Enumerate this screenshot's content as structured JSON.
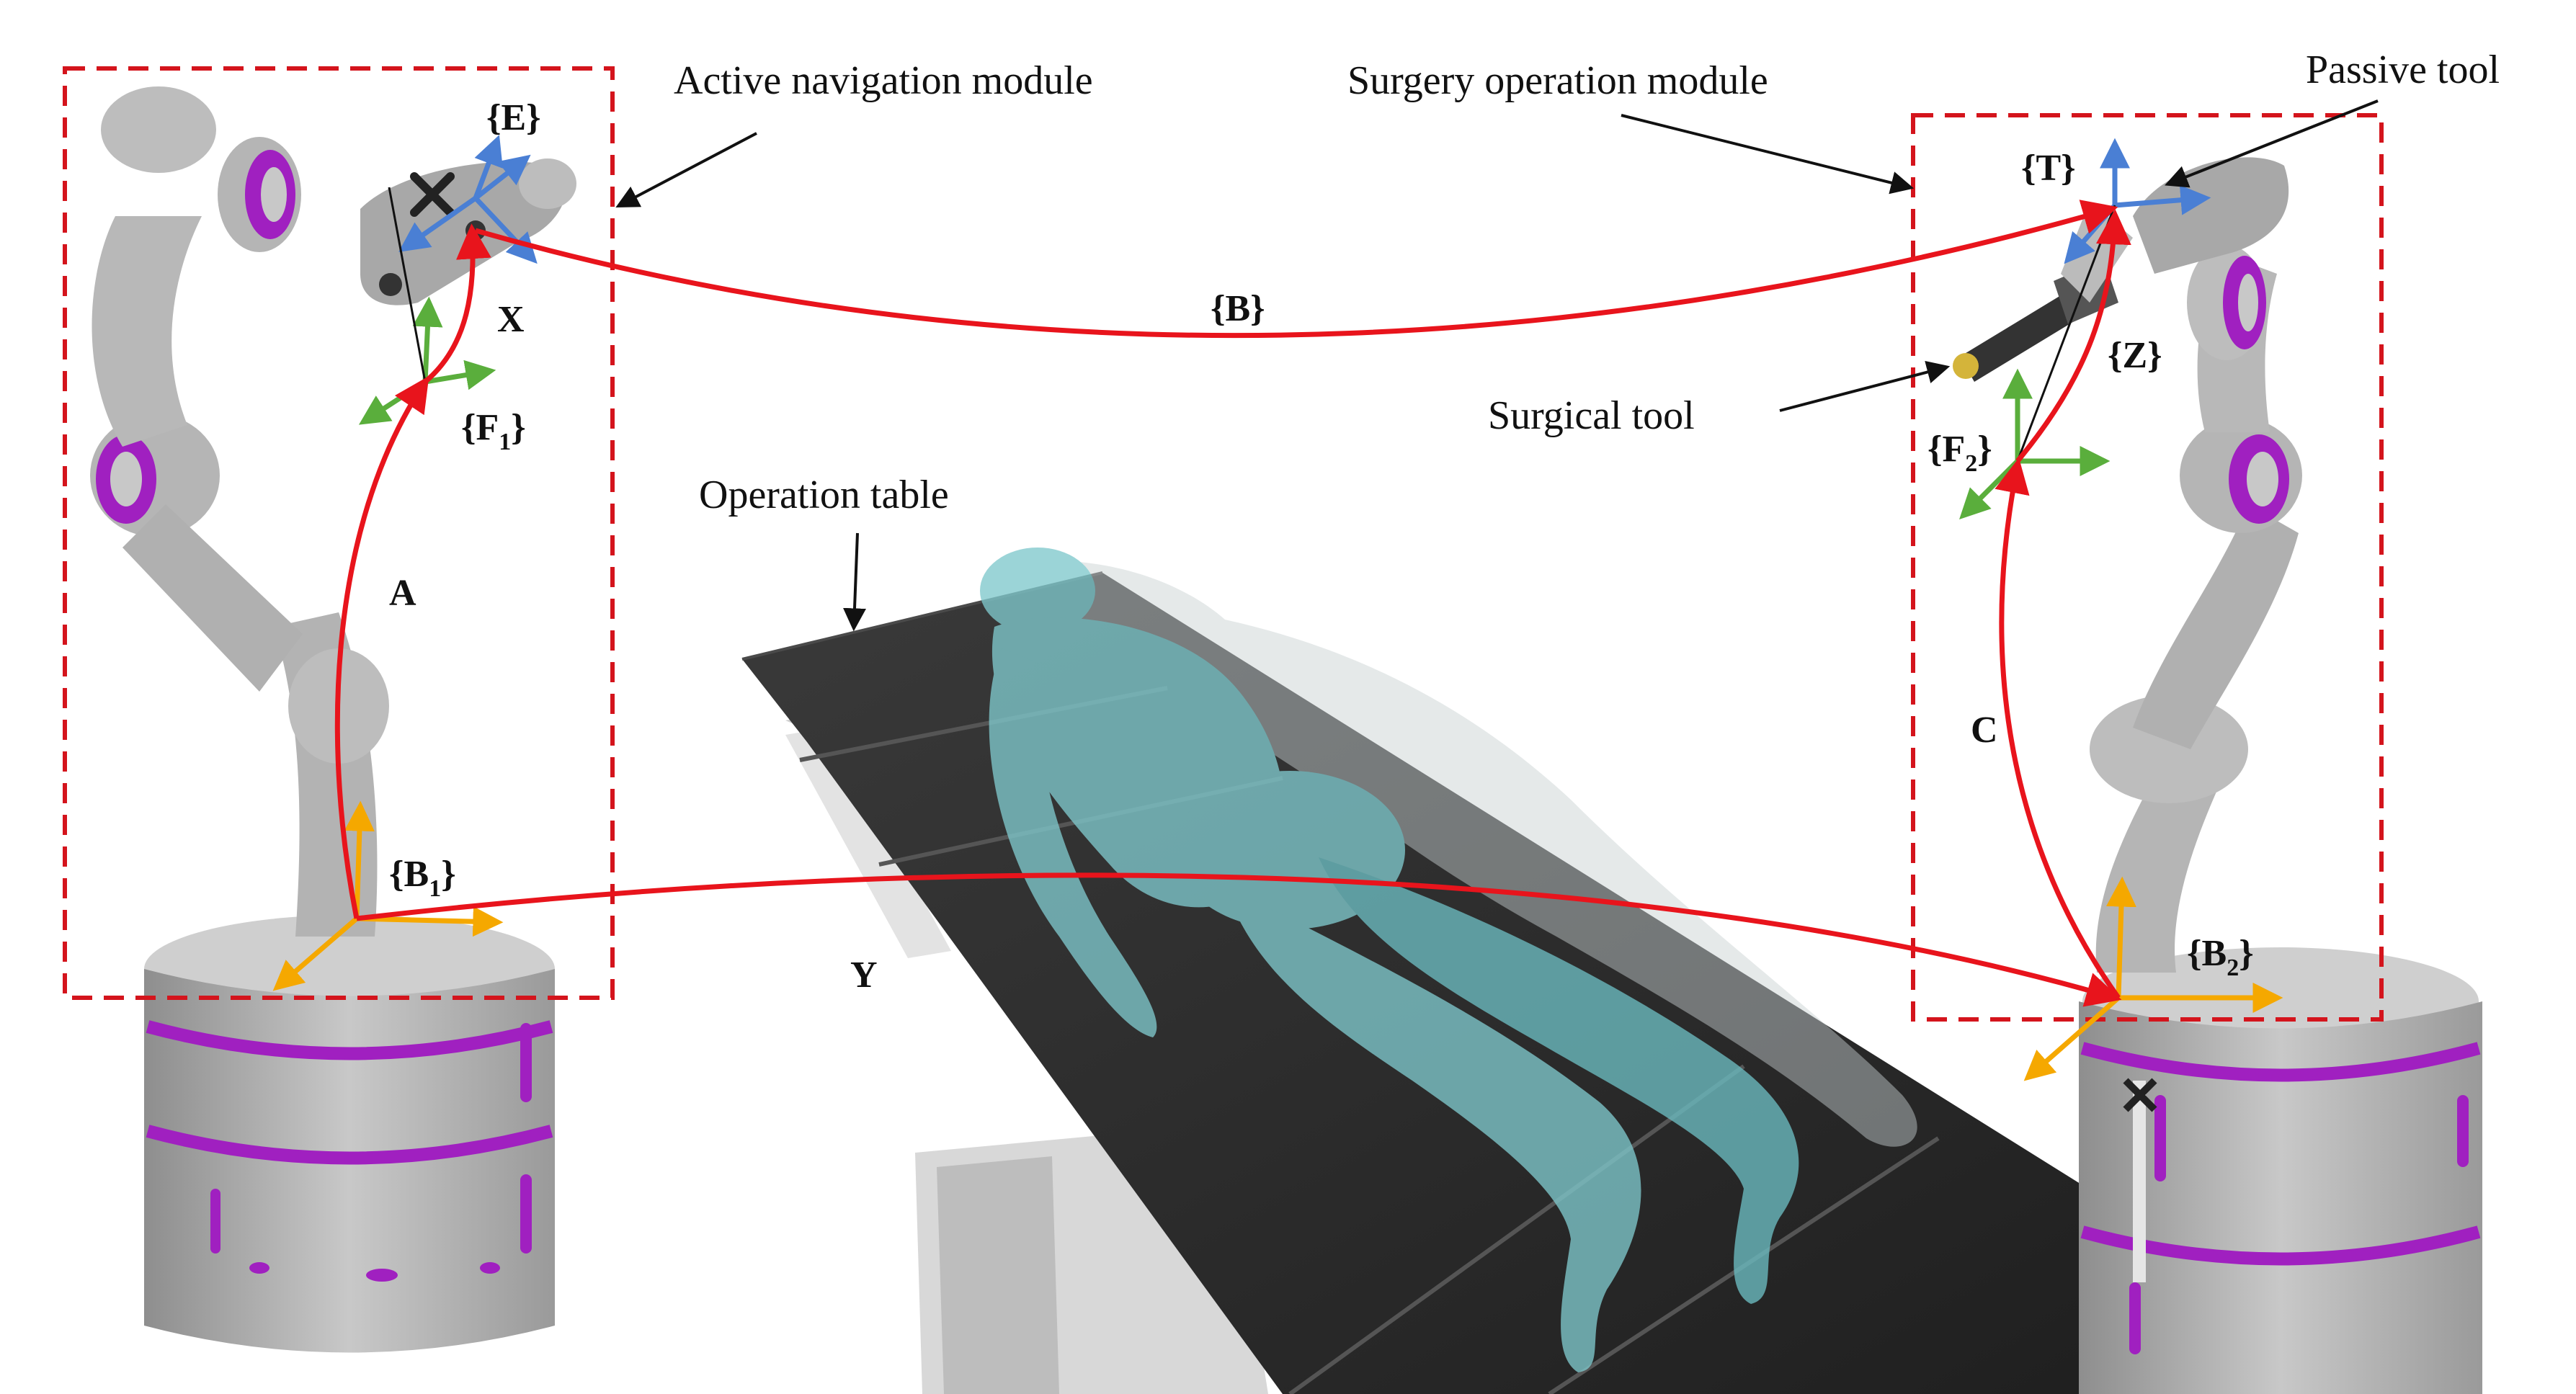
{
  "labels": {
    "active_nav": "Active navigation module",
    "surgery_op": "Surgery operation module",
    "passive_tool": "Passive tool",
    "surgical_tool": "Surgical tool",
    "operation_table": "Operation table"
  },
  "frames": {
    "E": "{E}",
    "F1_main": "{F",
    "F1_sub": "1",
    "F1_end": "}",
    "B1_main": "{B",
    "B1_sub": "1",
    "B1_end": "}",
    "B": "{B}",
    "T": "{T}",
    "Z": "{Z}",
    "F2_main": "{F",
    "F2_sub": "2",
    "F2_end": "}",
    "B2_main": "{B",
    "B2_sub": "2",
    "B2_end": "}"
  },
  "transforms": {
    "X": "X",
    "A": "A",
    "Y": "Y",
    "C": "C"
  },
  "colors": {
    "transform_arrow": "#e8141c",
    "module_box": "#d4141c",
    "axis_green": "#5aae3c",
    "axis_blue": "#4a7fd4",
    "axis_orange": "#f5a800",
    "robot_accent": "#a020c0",
    "robot_gray": "#a8a8a8",
    "patient": "#7fc8cc",
    "table": "#2c2c2c"
  }
}
